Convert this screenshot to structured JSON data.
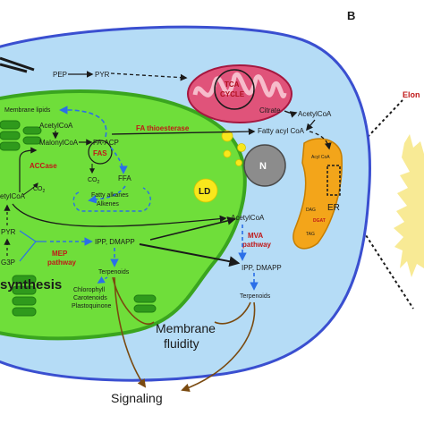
{
  "panel_b_label": "B",
  "elongation_partial": "Elon",
  "cytosol": {
    "pep": "PEP",
    "pyr": "PYR",
    "tca_line1": "TCA",
    "tca_line2": "CYCLE",
    "citrate": "Citrate",
    "acetylcoa_mito": "AcetylCoA",
    "fatty_acyl_coa": "Fatty acyl CoA",
    "n": "N",
    "ld": "LD",
    "acetylcoa_cyto": "AcetylCoA",
    "mva_line1": "MVA",
    "mva_line2": "pathway",
    "ipp_dmapp_cyto": "IPP, DMAPP",
    "terpenoids_cyto": "Terpenoids"
  },
  "er": {
    "label": "ER",
    "acyl_coa": "Acyl CoA",
    "dag": "DAG",
    "dgat": "DGAT",
    "tag": "TAG"
  },
  "chloroplast": {
    "membrane_lipids": "Membrane lipids",
    "acetylcoa": "AcetylCoA",
    "malonylcoa": "MalonylCoA",
    "fa_acp": "FA-ACP",
    "fas": "FAS",
    "fa_thioesterase": "FA thioesterase",
    "accase": "ACCase",
    "co2_left": "CO",
    "co2_left_sub": "2",
    "co2_mid": "CO",
    "co2_mid_sub": "2",
    "ffa": "FFA",
    "fatty_alkanes": "Fatty alkanes",
    "alkenes": "Alkenes",
    "acetylcoa_lower": "etylCoA",
    "pyr": "PYR",
    "g3p": "G3P",
    "mep_line1": "MEP",
    "mep_line2": "pathway",
    "ipp_dmapp": "IPP, DMAPP",
    "terpenoids": "Terpenoids",
    "synthesis": "synthesis",
    "chlorophyll": "Chlorophyll",
    "carotenoids": "Carotenoids",
    "plastoquinone": "Plastoquinone"
  },
  "outputs": {
    "membrane_line1": "Membrane",
    "membrane_line2": "fluidity",
    "signaling": "Signaling"
  },
  "colors": {
    "cell_fill": "#b5dcf6",
    "cell_border": "#3a4fd0",
    "chloroplast_fill": "#6fde3a",
    "chloroplast_border": "#3aa51f",
    "thylakoid": "#2f9a1c",
    "mito_fill": "#e0537a",
    "mito_inner": "#f6bccb",
    "er_fill": "#f3a51a",
    "ld_fill": "#f8e71c",
    "nucleus_fill": "#8c8c8c",
    "enzyme_red": "#c01818",
    "dashed_blue": "#2b6fe8",
    "output_brown": "#7a4a10",
    "outline_dark": "#1a1a1a"
  }
}
